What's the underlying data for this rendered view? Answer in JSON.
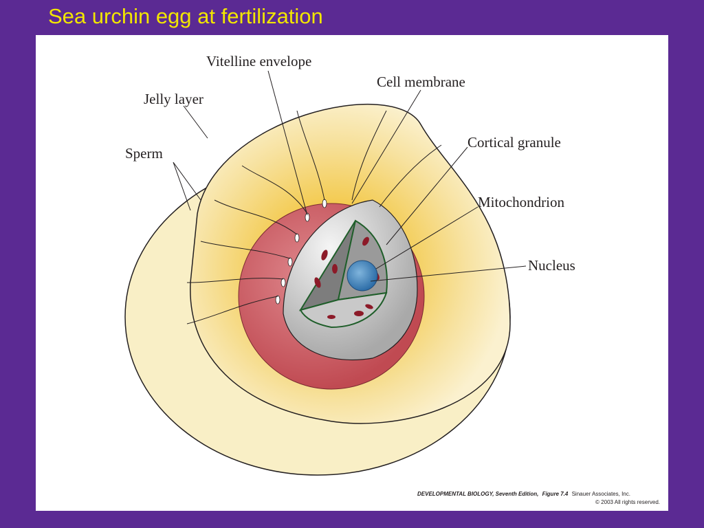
{
  "slide": {
    "title": "Sea urchin egg at fertilization",
    "background_color": "#5b2a93",
    "title_color": "#f2e600"
  },
  "diagram": {
    "labels": {
      "vitelline_envelope": "Vitelline envelope",
      "cell_membrane": "Cell membrane",
      "jelly_layer": "Jelly layer",
      "sperm": "Sperm",
      "cortical_granule": "Cortical granule",
      "mitochondrion": "Mitochondrion",
      "nucleus": "Nucleus"
    },
    "colors": {
      "jelly": "#f7e7a6",
      "jelly_glow": "#f3c94a",
      "vitelline": "#c9555b",
      "membrane": "#c8c8c8",
      "cytoplasm": "#8a8a8a",
      "nucleus": "#4a89c0",
      "mitochondria": "#8c1a28",
      "granules": "#3e9a4a"
    }
  },
  "credit": {
    "book": "DEVELOPMENTAL BIOLOGY, Seventh Edition,",
    "figure": "Figure 7.4",
    "publisher": "Sinauer Associates, Inc.",
    "copyright": "© 2003 All rights reserved."
  }
}
